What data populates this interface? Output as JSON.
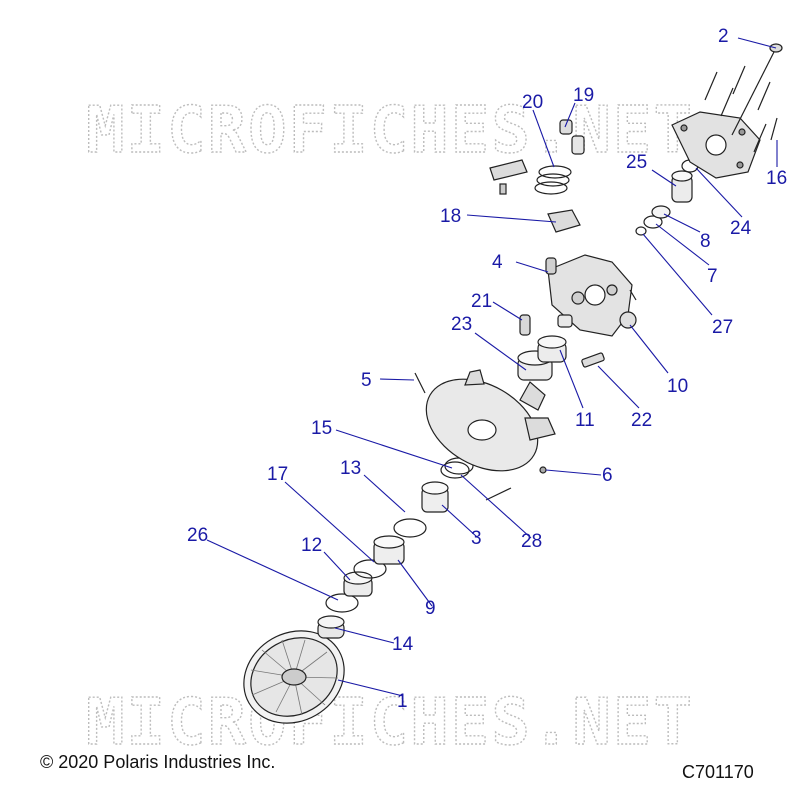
{
  "watermark": "MICROFICHES.NET",
  "footer": {
    "copyright": "© 2020 Polaris Industries Inc.",
    "code": "C701170"
  },
  "callouts": [
    "2",
    "19",
    "20",
    "16",
    "25",
    "24",
    "18",
    "8",
    "4",
    "7",
    "27",
    "21",
    "23",
    "10",
    "11",
    "22",
    "5",
    "15",
    "6",
    "13",
    "17",
    "3",
    "28",
    "26",
    "12",
    "9",
    "14",
    "1"
  ],
  "colors": {
    "callout": "#1a1aa6",
    "part": "#222222",
    "watermark": "#bdbdbd"
  }
}
